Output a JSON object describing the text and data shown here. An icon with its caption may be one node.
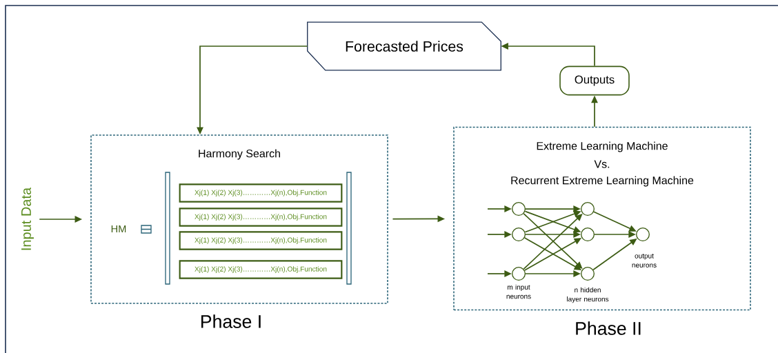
{
  "diagram": {
    "nodes": [
      {
        "text": [
          "Forecasted Prices"
        ]
      },
      {
        "text": [
          "Outputs"
        ]
      },
      {
        "text": [
          "Harmony Search"
        ],
        "beside": [
          "Phase I"
        ]
      },
      {
        "text": [
          "Extreme Learning Machine",
          "Vs.",
          "Recurrent Extreme Learning Machine"
        ],
        "beside": [
          "Phase II"
        ]
      },
      {
        "text": [
          "Input Data"
        ]
      },
      {
        "text": [
          "Xj(1) Xj(2) Xj(3)…………Xj(n),Obj.Function"
        ],
        "in": 2
      },
      {
        "text": [
          "Xj(1) Xj(2) Xj(3)…………Xj(n),Obj.Function"
        ],
        "in": 2
      },
      {
        "text": [
          "Xj(1) Xj(2) Xj(3)…………Xj(n),Obj.Function"
        ],
        "in": 2
      },
      {
        "text": [
          "Xj(1) Xj(2) Xj(3)…………Xj(n),Obj.Function"
        ],
        "in": 2
      },
      {
        "text": [],
        "shape": "circle",
        "in": 3
      },
      {
        "text": [],
        "shape": "circle",
        "in": 3
      },
      {
        "text": [],
        "shape": "circle",
        "in": 3,
        "beside": [
          "m input neurons"
        ]
      },
      {
        "text": [],
        "shape": "circle",
        "in": 3
      },
      {
        "text": [],
        "shape": "circle",
        "in": 3
      },
      {
        "text": [],
        "shape": "circle",
        "in": 3,
        "beside": [
          "n hidden layer neurons"
        ]
      },
      {
        "text": [],
        "shape": "circle",
        "in": 3,
        "beside": [
          "output neurons"
        ]
      }
    ],
    "edges": [
      {
        "from": 0,
        "to": 2,
        "arrow": "to"
      },
      {
        "from": 1,
        "to": 0,
        "arrow": "to"
      },
      {
        "from": 3,
        "to": 1,
        "arrow": "to"
      },
      {
        "from": 4,
        "to": 2,
        "arrow": "to"
      },
      {
        "from": 2,
        "to": 3,
        "arrow": "to"
      },
      {
        "from": null,
        "to": 9,
        "arrow": "to"
      },
      {
        "from": null,
        "to": 10,
        "arrow": "to"
      },
      {
        "from": null,
        "to": 11,
        "arrow": "to"
      },
      {
        "from": 9,
        "to": 12,
        "arrow": "to"
      },
      {
        "from": 9,
        "to": 13,
        "arrow": "to"
      },
      {
        "from": 9,
        "to": 14,
        "arrow": "to"
      },
      {
        "from": 10,
        "to": 12,
        "arrow": "to"
      },
      {
        "from": 10,
        "to": 13,
        "arrow": "to"
      },
      {
        "from": 10,
        "to": 14,
        "arrow": "to"
      },
      {
        "from": 11,
        "to": 12,
        "arrow": "to"
      },
      {
        "from": 11,
        "to": 13,
        "arrow": "to"
      },
      {
        "from": 11,
        "to": 14,
        "arrow": "to"
      },
      {
        "from": 12,
        "to": 15,
        "arrow": "to"
      },
      {
        "from": 13,
        "to": 15,
        "arrow": "to"
      },
      {
        "from": 14,
        "to": 15,
        "arrow": "to"
      }
    ],
    "labels": [
      "HM"
    ]
  }
}
